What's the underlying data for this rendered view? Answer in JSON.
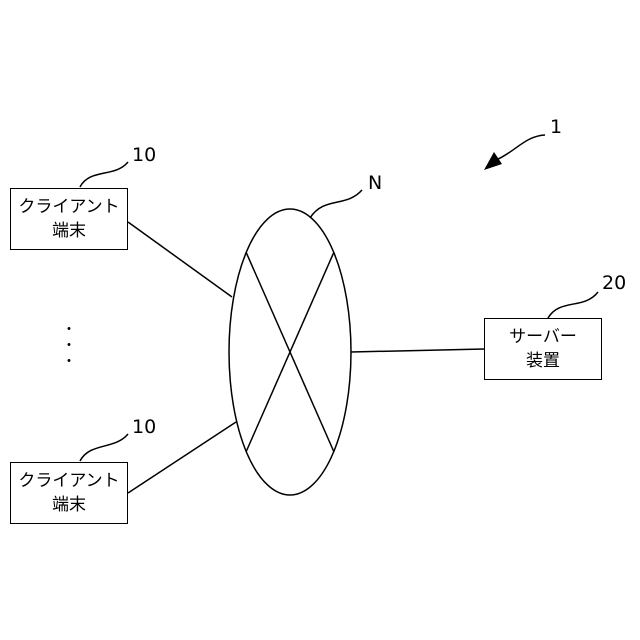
{
  "system_ref": "1",
  "network": {
    "ref": "N"
  },
  "clients": [
    {
      "ref": "10",
      "line1": "クライアント",
      "line2": "端末"
    },
    {
      "ref": "10",
      "line1": "クライアント",
      "line2": "端末"
    }
  ],
  "server": {
    "ref": "20",
    "line1": "サーバー",
    "line2": "装置"
  },
  "ellipsis": "・\n・\n・"
}
